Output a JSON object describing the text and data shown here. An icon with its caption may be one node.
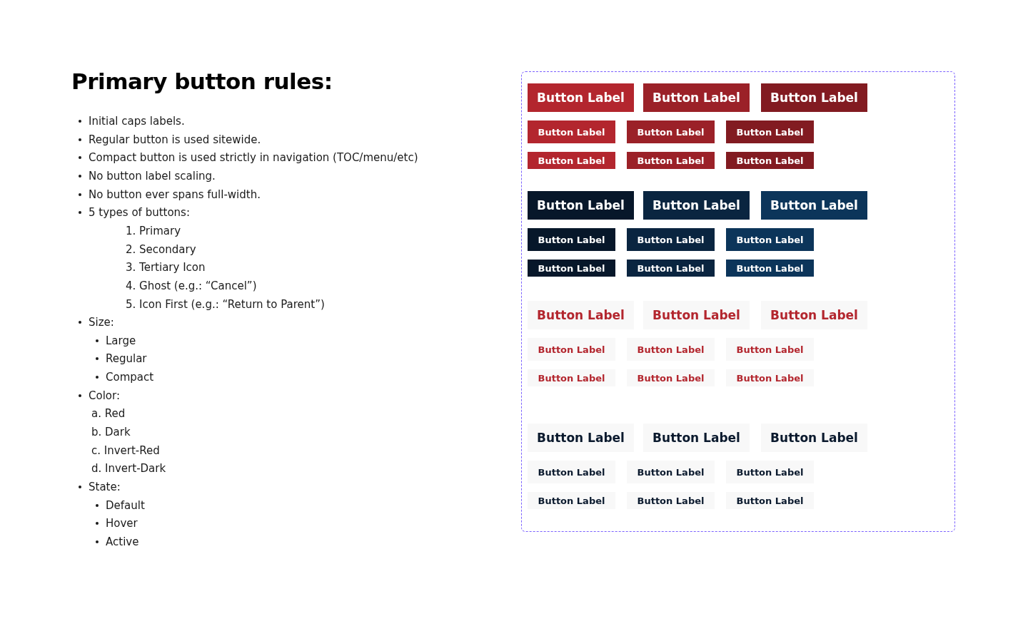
{
  "diagram": {
    "title": "Primary button rules:",
    "nodes": [
      {
        "text": [],
        "shape": "box"
      },
      {
        "text": [
          "Button Label"
        ],
        "in": 0
      },
      {
        "text": [
          "Button Label"
        ],
        "in": 0
      },
      {
        "text": [
          "Button Label"
        ],
        "in": 0
      },
      {
        "text": [
          "Button Label"
        ],
        "in": 0
      },
      {
        "text": [
          "Button Label"
        ],
        "in": 0
      },
      {
        "text": [
          "Button Label"
        ],
        "in": 0
      },
      {
        "text": [
          "Button Label"
        ],
        "in": 0
      },
      {
        "text": [
          "Button Label"
        ],
        "in": 0
      },
      {
        "text": [
          "Button Label"
        ],
        "in": 0
      },
      {
        "text": [
          "Button Label"
        ],
        "in": 0
      },
      {
        "text": [
          "Button Label"
        ],
        "in": 0
      },
      {
        "text": [
          "Button Label"
        ],
        "in": 0
      },
      {
        "text": [
          "Button Label"
        ],
        "in": 0
      },
      {
        "text": [
          "Button Label"
        ],
        "in": 0
      },
      {
        "text": [
          "Button Label"
        ],
        "in": 0
      },
      {
        "text": [
          "Button Label"
        ],
        "in": 0
      },
      {
        "text": [
          "Button Label"
        ],
        "in": 0
      },
      {
        "text": [
          "Button Label"
        ],
        "in": 0
      },
      {
        "text": [
          "Button Label"
        ],
        "in": 0
      },
      {
        "text": [
          "Button Label"
        ],
        "in": 0
      },
      {
        "text": [
          "Button Label"
        ],
        "in": 0
      },
      {
        "text": [
          "Button Label"
        ],
        "in": 0
      },
      {
        "text": [
          "Button Label"
        ],
        "in": 0
      },
      {
        "text": [
          "Button Label"
        ],
        "in": 0
      },
      {
        "text": [
          "Button Label"
        ],
        "in": 0
      },
      {
        "text": [
          "Button Label"
        ],
        "in": 0
      },
      {
        "text": [
          "Button Label"
        ],
        "in": 0
      },
      {
        "text": [
          "Button Label"
        ],
        "in": 0
      },
      {
        "text": [
          "Button Label"
        ],
        "in": 0
      },
      {
        "text": [
          "Button Label"
        ],
        "in": 0
      },
      {
        "text": [
          "Button Label"
        ],
        "in": 0
      },
      {
        "text": [
          "Button Label"
        ],
        "in": 0
      },
      {
        "text": [
          "Button Label"
        ],
        "in": 0
      },
      {
        "text": [
          "Button Label"
        ],
        "in": 0
      },
      {
        "text": [
          "Button Label"
        ],
        "in": 0
      },
      {
        "text": [
          "Button Label"
        ],
        "in": 0
      }
    ],
    "edges": [],
    "labels": [
      "Initial caps labels.",
      "Regular button is used sitewide.",
      "Compact button is used strictly in navigation (TOC/menu/etc)",
      "No button label scaling.",
      "No button ever spans full-width.",
      "5 types of buttons:",
      "1. Primary",
      "2. Secondary",
      "3. Tertiary Icon",
      "4. Ghost (e.g.: “Cancel”)",
      "5. Icon First (e.g.: “Return to Parent”)",
      "Size:",
      "Large",
      "Regular",
      "Compact",
      "Color:",
      "a. Red",
      "b. Dark",
      "c. Invert-Red",
      "d. Invert-Dark",
      "State:",
      "Default",
      "Hover",
      "Active"
    ]
  }
}
